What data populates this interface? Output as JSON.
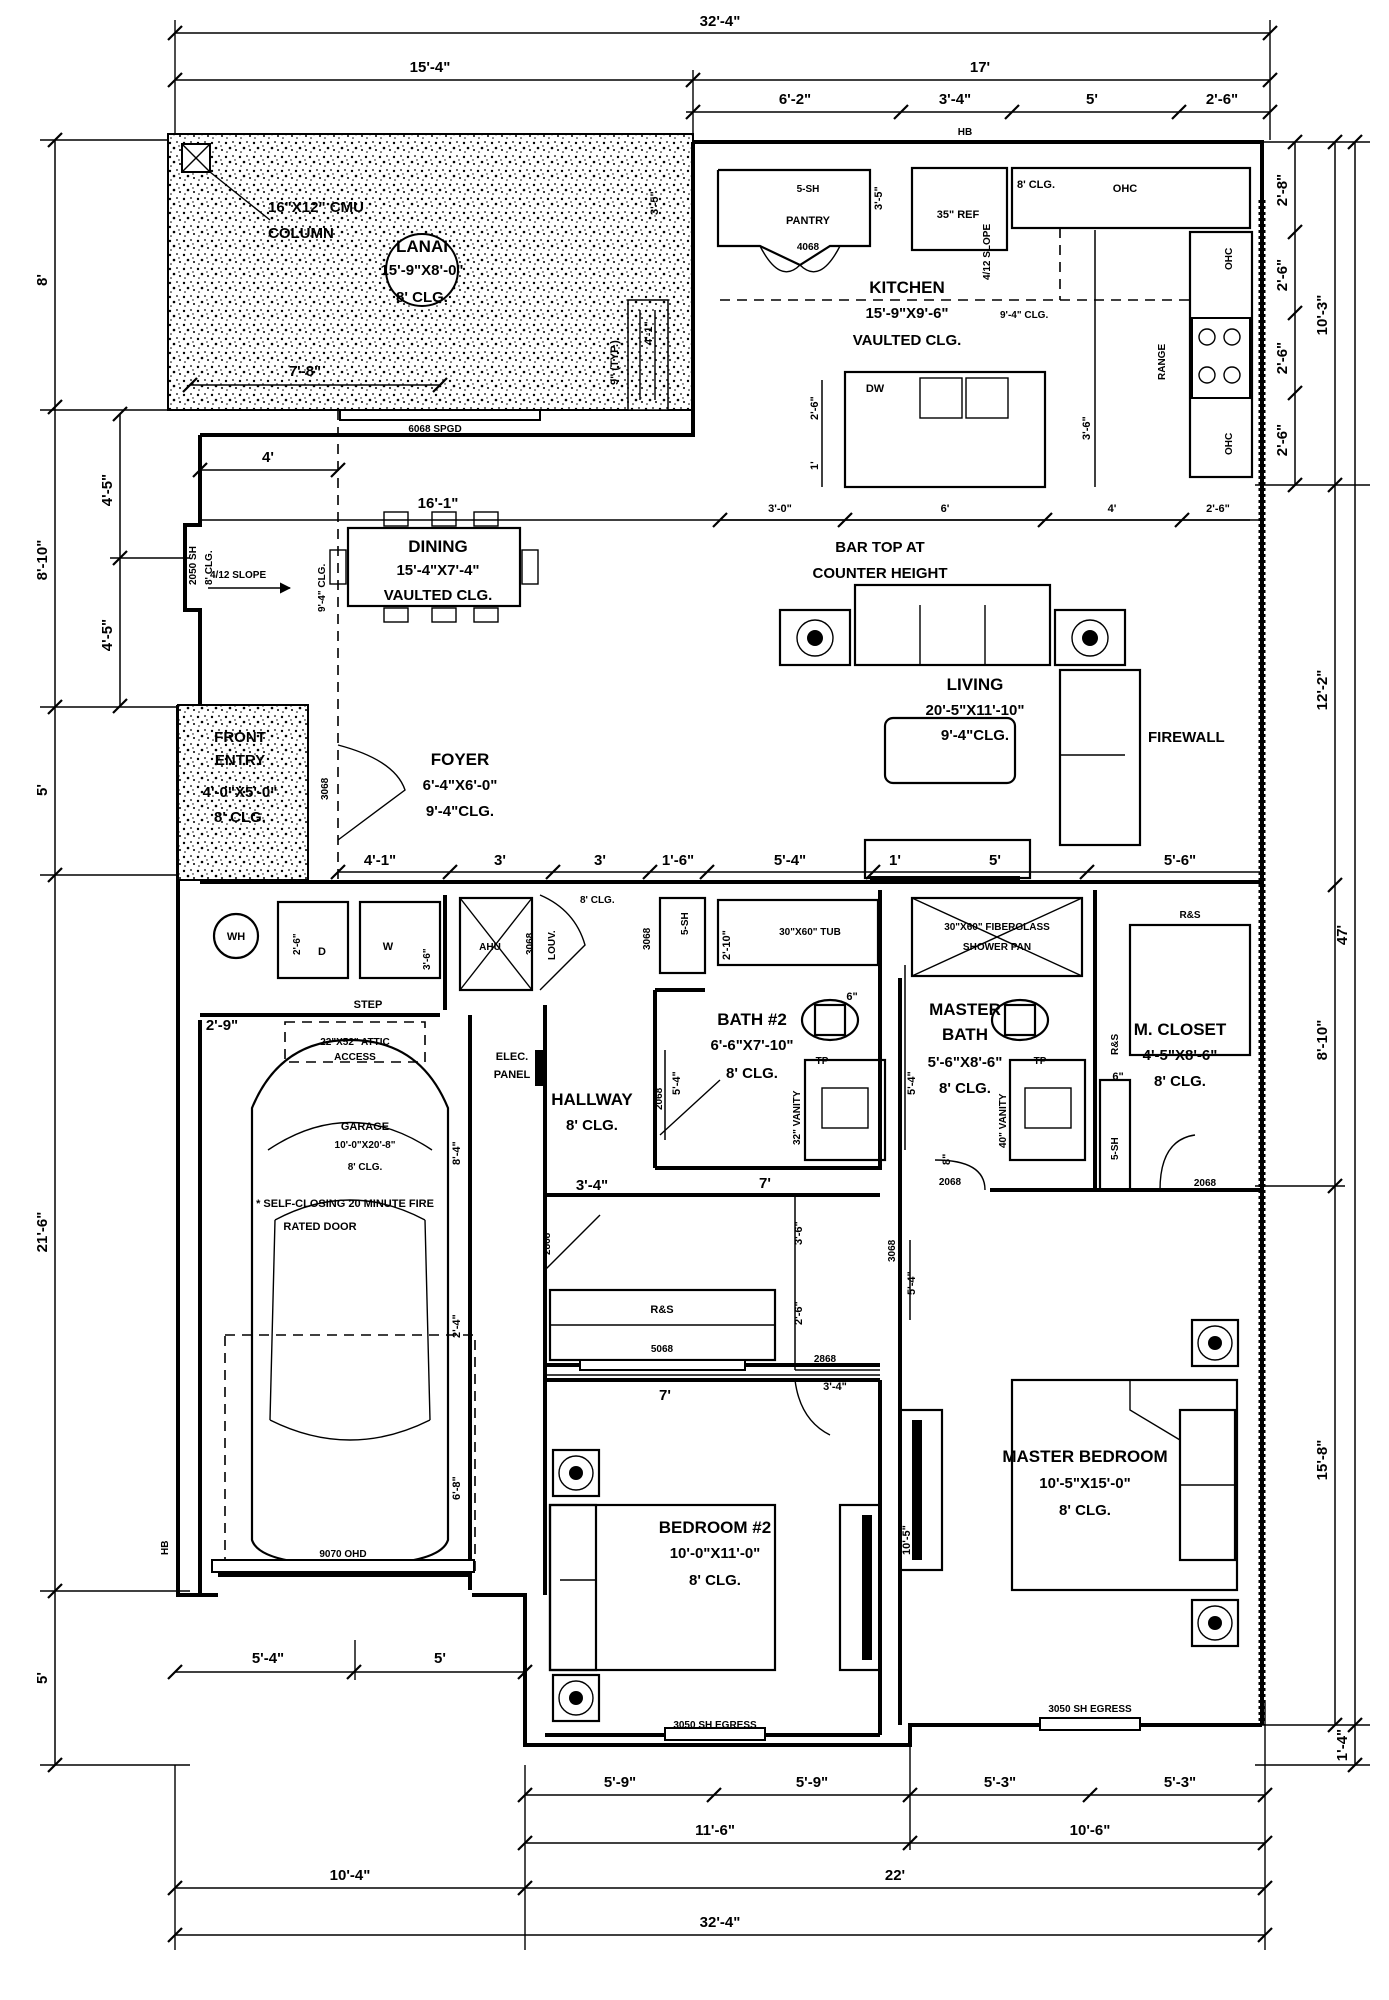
{
  "dims_top": {
    "overall": "32'-4\"",
    "left": "15'-4\"",
    "right": "17'",
    "kitchen_a": "6'-2\"",
    "kitchen_b": "3'-4\"",
    "kitchen_c": "5'",
    "kitchen_d": "2'-6\""
  },
  "dims_left": {
    "lanai": "8'",
    "dining_total": "8'-10\"",
    "dining_a": "4'-5\"",
    "dining_b": "4'-5\"",
    "entry": "5'",
    "garage": "21'-6\"",
    "bottom": "5'"
  },
  "dims_right": {
    "r1": "2'-8\"",
    "r2": "2'-6\"",
    "r3": "2'-6\"",
    "r4": "2'-6\"",
    "kitchen_total": "10'-3\"",
    "living_total": "12'-2\"",
    "overall": "47'",
    "closet": "8'-10\"",
    "master": "15'-8\"",
    "bottom": "1'-4\""
  },
  "dims_bottom": {
    "garage_a": "5'-4\"",
    "garage_b": "5'",
    "br2_a": "5'-9\"",
    "br2_b": "5'-9\"",
    "mb_a": "5'-3\"",
    "mb_b": "5'-3\"",
    "br2_total": "11'-6\"",
    "mb_total": "10'-6\"",
    "garage_total": "10'-4\"",
    "right_total": "22'",
    "overall": "32'-4\""
  },
  "lanai": {
    "column": "16\"X12\" CMU",
    "column2": "COLUMN",
    "name": "LANAI",
    "size": "15'-9\"X8'-0\"",
    "clg": "8' CLG.",
    "typ": "9\" (TYP.)",
    "dim_a": "4'-1\"",
    "dim_b": "3'-5\"",
    "dim_c": "7'-8\"",
    "door": "6068 SPGD"
  },
  "kitchen": {
    "name": "KITCHEN",
    "size": "15'-9\"X9'-6\"",
    "clg": "VAULTED CLG.",
    "pantry": "PANTRY",
    "pantry_shelf": "5-SH",
    "pantry_door": "4068",
    "pantry_dim": "3'-5\"",
    "ref": "35\" REF",
    "hb": "HB",
    "clg8": "8' CLG.",
    "ohc": "OHC",
    "slope": "4/12 SLOPE",
    "clg94": "9'-4\" CLG.",
    "range": "RANGE",
    "ohc2": "OHC",
    "ohc3": "OHC",
    "dw": "DW",
    "island_a": "2'-6\"",
    "island_b": "1'",
    "island_c": "3'-6\"",
    "bar_a": "3'-0\"",
    "bar_b": "6'",
    "bar_c": "4'",
    "bar_d": "2'-6\"",
    "bartop1": "BAR TOP AT",
    "bartop2": "COUNTER HEIGHT"
  },
  "dining": {
    "name": "DINING",
    "size": "15'-4\"X7'-4\"",
    "clg": "VAULTED CLG.",
    "dim_top": "16'-1\"",
    "dim_left": "4'",
    "slope": "4/12 SLOPE",
    "clg_side": "9'-4\" CLG.",
    "window": "2050 SH",
    "window_clg": "8' CLG."
  },
  "living": {
    "name": "LIVING",
    "size": "20'-5\"X11'-10\"",
    "clg": "9'-4\"CLG.",
    "firewall": "FIREWALL"
  },
  "foyer": {
    "name": "FOYER",
    "size": "6'-4\"X6'-0\"",
    "clg": "9'-4\"CLG.",
    "door": "3068"
  },
  "front_entry": {
    "name1": "FRONT",
    "name2": "ENTRY",
    "size": "4'-0\"X5'-0\"",
    "clg": "8' CLG."
  },
  "mid_dims": {
    "a": "4'-1\"",
    "b": "3'",
    "c": "3'",
    "d": "1'-6\"",
    "e": "5'-4\"",
    "f": "1'",
    "g": "5'",
    "h": "5'-6\""
  },
  "utility": {
    "wh": "WH",
    "w": "W",
    "d": "D",
    "dim_a": "2'-6\"",
    "dim_b": "3'-6\"",
    "dim_c": "2'-9\"",
    "step": "STEP",
    "ahu": "AHU",
    "ahu_door": "3068",
    "louv": "LOUV.",
    "clg8": "8' CLG."
  },
  "garage": {
    "attic": "22\"X52\" ATTIC",
    "attic2": "ACCESS",
    "name": "GARAGE",
    "size": "10'-0\"X20'-8\"",
    "clg": "8' CLG.",
    "note1": "* SELF-CLOSING 20 MINUTE FIRE",
    "note2": "RATED DOOR",
    "dim_a": "8'-4\"",
    "dim_b": "2'-4\"",
    "dim_c": "6'-8\"",
    "door": "9070 OHD",
    "hb": "HB",
    "elec1": "ELEC.",
    "elec2": "PANEL"
  },
  "hallway": {
    "name": "HALLWAY",
    "clg": "8' CLG.",
    "door": "2068",
    "dim": "5'-4\"",
    "door2": "2868",
    "lc_dim": "3'-4\""
  },
  "bath2": {
    "name": "BATH #2",
    "size": "6'-6\"X7'-10\"",
    "clg": "8' CLG.",
    "tub": "30\"X60\" TUB",
    "shelf": "5-SH",
    "linen_door": "3068",
    "dim_a": "2'-10\"",
    "dim_b": "6\"",
    "tp": "TP",
    "vanity": "32\" VANITY",
    "dim_bottom": "7'"
  },
  "master_bath": {
    "name1": "MASTER",
    "name2": "BATH",
    "size": "5'-6\"X8'-6\"",
    "clg": "8' CLG.",
    "shower1": "30\"X60\" FIBERGLASS",
    "shower2": "SHOWER PAN",
    "tp": "TP",
    "vanity": "40\" VANITY",
    "dim": "5'-4\"",
    "dim2": "8\"",
    "door": "2068"
  },
  "closet": {
    "name": "M. CLOSET",
    "size": "4'-5\"X8'-6\"",
    "clg": "8' CLG.",
    "rs": "R&S",
    "rs2": "R&S",
    "shelf": "5-SH",
    "dim": "6\"",
    "door": "2068"
  },
  "bedroom2": {
    "name": "BEDROOM #2",
    "size": "10'-0\"X11'-0\"",
    "clg": "8' CLG.",
    "rs": "R&S",
    "door": "5068",
    "door2": "2868",
    "dim_a": "3'-6\"",
    "dim_b": "2'-6\"",
    "dim_c": "7'",
    "dim_d": "3'-4\"",
    "dim_e": "10'-5\"",
    "egress": "3050 SH EGRESS",
    "door3": "3068",
    "dim_f": "5'-4\""
  },
  "master_bedroom": {
    "name": "MASTER BEDROOM",
    "size": "10'-5\"X15'-0\"",
    "clg": "8' CLG.",
    "egress": "3050 SH EGRESS"
  }
}
